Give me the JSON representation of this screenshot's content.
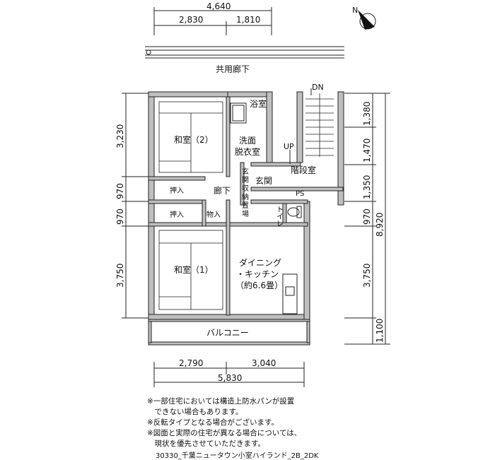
{
  "dimensions": {
    "top_total": "4,640",
    "top_left": "2,830",
    "top_right": "1,810",
    "bottom_left": "2,790",
    "bottom_right": "3,040",
    "bottom_total": "5,830",
    "left_1": "3,230",
    "left_2": "970",
    "left_3": "970",
    "left_4": "3,750",
    "right_1": "1,380",
    "right_2": "1,470",
    "right_3": "1,350",
    "right_4": "970",
    "right_5": "3,750",
    "right_6": "1,100",
    "right_total": "8,920"
  },
  "labels": {
    "corridor_shared": "共用廊下",
    "dn": "DN",
    "up": "UP",
    "bath": "浴室",
    "washroom_1": "洗面",
    "washroom_2": "脱衣室",
    "japanese_room_2": "和室（2）",
    "japanese_room_1": "和室（1）",
    "stairs": "階段室",
    "entrance": "玄関",
    "entrance_storage_1": "玄",
    "entrance_storage_2": "関",
    "entrance_storage_3": "収",
    "entrance_storage_4": "納",
    "entrance_storage_5": "置",
    "entrance_storage_6": "場",
    "ps": "PS",
    "closet_a": "押入",
    "closet_b": "押入",
    "hallway": "廊下",
    "storage": "物入",
    "toilet_1": "ト",
    "toilet_2": "イ",
    "toilet_3": "レ",
    "dk_1": "ダイニング",
    "dk_2": "・キッチン",
    "dk_3": "（約6.6畳）",
    "balcony": "バルコニー"
  },
  "notes": [
    "※一部住宅においては構造上防水パンが設置",
    "　できない場合もあります。",
    "※反転タイプとなる場合がございます。",
    "※図面と実際の住宅が異なる場合については、",
    "　現状を優先させていただきます。"
  ],
  "caption": "30330_千葉ニュータウン小室ハイランド_2B_2DK",
  "compass_icon": "north-arrow-icon"
}
